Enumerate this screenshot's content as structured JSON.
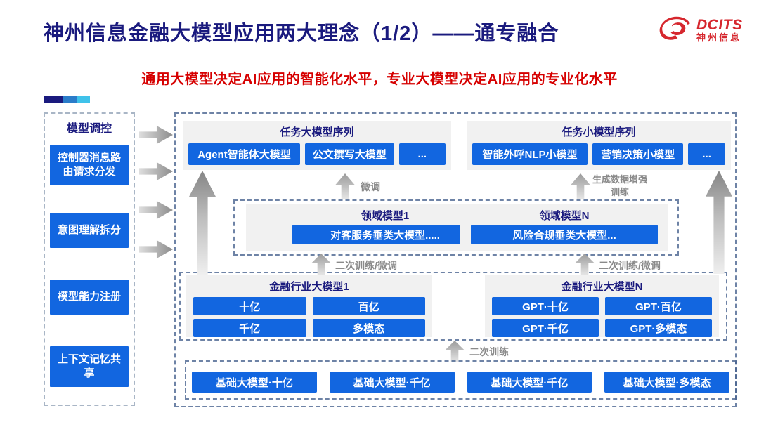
{
  "header": {
    "title": "神州信息金融大模型应用两大理念（1/2）——通专融合",
    "subtitle": "通用大模型决定AI应用的智能化水平，专业大模型决定AI应用的专业化水平",
    "logo": {
      "icon": "dcits-swirl-icon",
      "brand": "DCITS",
      "brand_cn": "神州信息"
    }
  },
  "colors": {
    "title_navy": "#1a1a7e",
    "subtitle_red": "#d60000",
    "button_blue": "#1266e0",
    "panel_gray": "#f1f1f1",
    "dashed_border": "#4a6590",
    "arrow_gray": "#8c8c8c",
    "label_gray": "#8a8a8a",
    "logo_red": "#d6272e"
  },
  "sidebar": {
    "title": "模型调控",
    "items": [
      {
        "label": "控制器消息路由请求分发"
      },
      {
        "label": "意图理解拆分"
      },
      {
        "label": "模型能力注册"
      },
      {
        "label": "上下文记忆共享"
      }
    ]
  },
  "diagram": {
    "task_large": {
      "title": "任务大模型序列",
      "items": [
        "Agent智能体大模型",
        "公文撰写大模型",
        "..."
      ]
    },
    "task_small": {
      "title": "任务小模型序列",
      "items": [
        "智能外呼NLP小模型",
        "营销决策小模型",
        "..."
      ]
    },
    "labels": {
      "finetune": "微调",
      "gen_data_training": "生成数据增强训练",
      "retrain_finetune_left": "二次训练/微调",
      "retrain_finetune_right": "二次训练/微调",
      "retrain": "二次训练"
    },
    "domain": {
      "groups": [
        {
          "title": "领域模型1",
          "item": "对客服务垂类大模型....."
        },
        {
          "title": "领域模型N",
          "item": "风险合规垂类大模型..."
        }
      ]
    },
    "industry": {
      "groups": [
        {
          "title": "金融行业大模型1",
          "items": [
            "十亿",
            "百亿",
            "千亿",
            "多模态"
          ]
        },
        {
          "title": "金融行业大模型N",
          "items": [
            "GPT·十亿",
            "GPT·百亿",
            "GPT·千亿",
            "GPT·多模态"
          ]
        }
      ]
    },
    "base_models": {
      "items": [
        "基础大模型·十亿",
        "基础大模型·千亿",
        "基础大模型·千亿",
        "基础大模型·多模态"
      ]
    }
  }
}
